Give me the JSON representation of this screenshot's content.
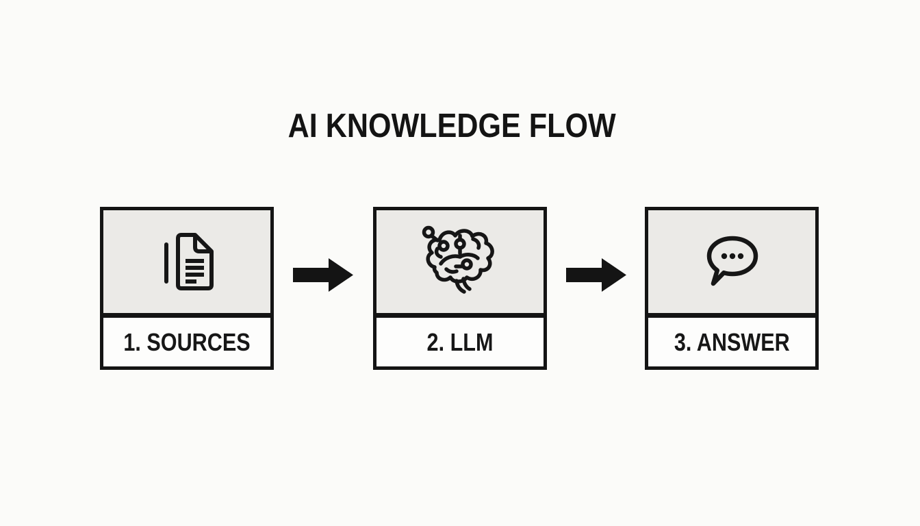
{
  "page": {
    "title": "AI KNOWLEDGE FLOW"
  },
  "flow": {
    "steps": [
      {
        "label": "1. SOURCES",
        "icon": "document-icon"
      },
      {
        "label": "2. LLM",
        "icon": "brain-icon"
      },
      {
        "label": "3. ANSWER",
        "icon": "speech-bubble-icon"
      }
    ],
    "connectors": [
      {
        "icon": "arrow-right-icon"
      },
      {
        "icon": "arrow-right-icon"
      }
    ]
  },
  "colors": {
    "ink": "#141414",
    "icon_panel_gray": "#ebeae7",
    "label_panel_white": "#fdfdfc",
    "background": "#fbfbf9"
  }
}
